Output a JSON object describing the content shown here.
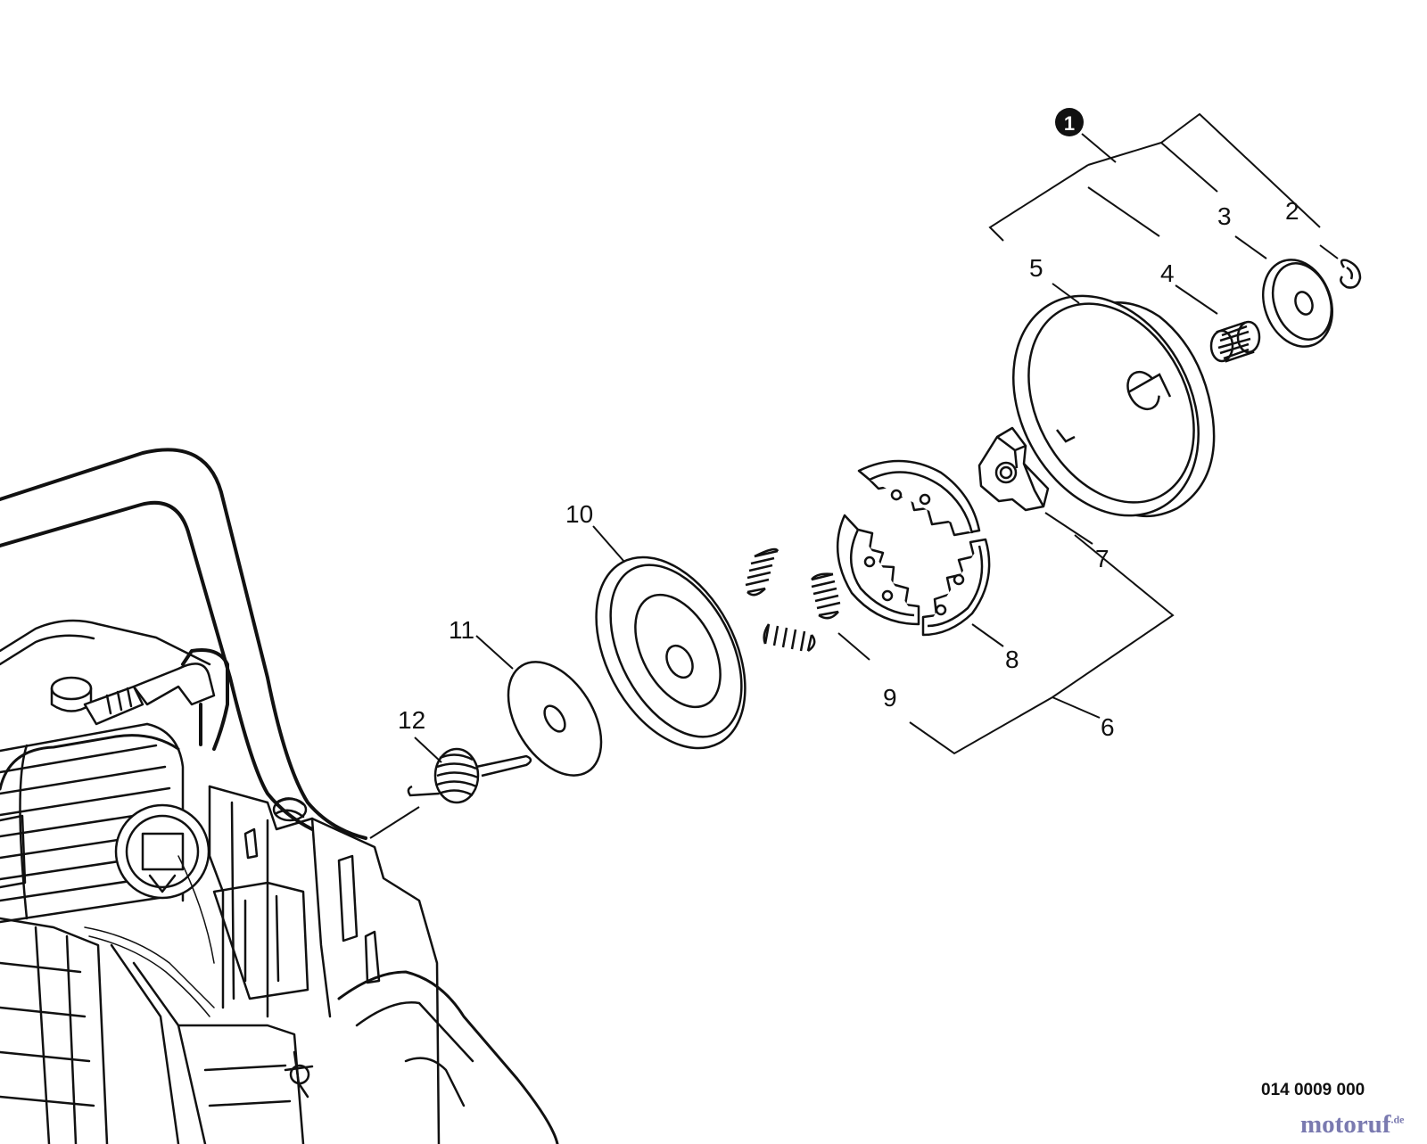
{
  "diagram": {
    "assembly_number": "1",
    "callouts": {
      "p2": "2",
      "p3": "3",
      "p4": "4",
      "p5": "5",
      "p6": "6",
      "p7": "7",
      "p8": "8",
      "p9": "9",
      "p10": "10",
      "p11": "11",
      "p12": "12"
    },
    "drawing_number": "014 0009 000",
    "watermark": {
      "name": "motoruf",
      "suffix": ".de"
    }
  },
  "colors": {
    "line": "#111111",
    "background": "#ffffff",
    "watermark": "#7a7ab0"
  }
}
